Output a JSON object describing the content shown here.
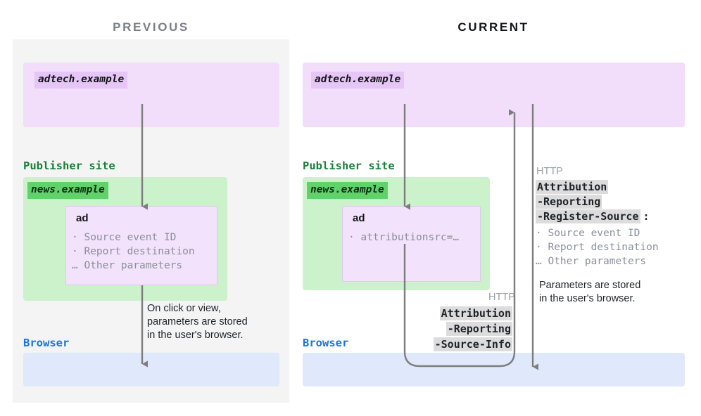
{
  "previous": {
    "title": "PREVIOUS",
    "adtech_chip": "adtech.example",
    "publisher_label": "Publisher site",
    "news_chip": "news.example",
    "ad_title": "ad",
    "ad_params": "· Source event ID\n· Report destination\n… Other parameters",
    "flow_note": "On click or view,\nparameters are stored\nin the user's browser.",
    "browser_label": "Browser"
  },
  "current": {
    "title": "CURRENT",
    "adtech_chip": "adtech.example",
    "publisher_label": "Publisher site",
    "news_chip": "news.example",
    "ad_title": "ad",
    "ad_params": "· attributionsrc=…",
    "browser_label": "Browser",
    "request": {
      "http_label": "HTTP",
      "token_1": "Attribution",
      "token_2": "-Reporting",
      "token_3": "-Source-Info"
    },
    "response": {
      "http_label": "HTTP",
      "token_1": "Attribution",
      "token_2": "-Reporting",
      "token_3": "-Register-Source",
      "colon": ":",
      "params": "· Source event ID\n· Report destination\n… Other parameters",
      "note": "Parameters are stored\nin the user's browser."
    }
  },
  "colors": {
    "panel_background": "#f4f4f4",
    "adtech_zone": "#f2ddfb",
    "adtech_chip": "#e6c6f7",
    "publisher_zone": "#ccf2cc",
    "news_chip": "#5fd36a",
    "browser_zone": "#e0e8fb",
    "publisher_label": "#188038",
    "browser_label": "#1a73e8",
    "previous_title": "#7a7f87",
    "current_title": "#111418",
    "arrow": "#7d7d7d",
    "header_token_background": "#dcdcdc",
    "muted_text": "#8a8f99"
  }
}
